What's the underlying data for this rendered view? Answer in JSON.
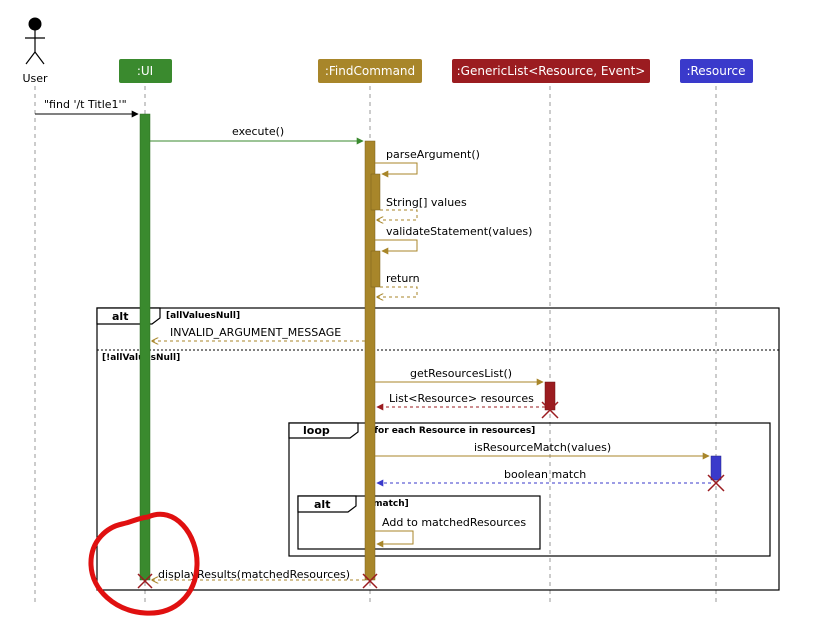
{
  "diagram": {
    "actor": {
      "name": "User"
    },
    "participants": [
      {
        "label": ":UI",
        "color": "#3a8a2e"
      },
      {
        "label": ":FindCommand",
        "color": "#a8862a"
      },
      {
        "label": ":GenericList<Resource, Event>",
        "color": "#9b1c20"
      },
      {
        "label": ":Resource",
        "color": "#3a3acb"
      }
    ],
    "messages": {
      "user_input": "\"find '/t Title1'\"",
      "execute": "execute()",
      "parse_argument": "parseArgument()",
      "string_values": "String[] values",
      "validate_statement": "validateStatement(values)",
      "return": "return",
      "invalid_argument": "INVALID_ARGUMENT_MESSAGE",
      "get_resources_list": "getResourcesList()",
      "list_resources": "List<Resource> resources",
      "is_resource_match": "isResourceMatch(values)",
      "boolean_match": "boolean match",
      "add_matched": "Add to matchedResources",
      "display_results": "displayResults(matchedResources)"
    },
    "frames": {
      "alt_outer": {
        "tag": "alt",
        "guard_1": "[allValuesNull]",
        "guard_2": "[!allValuesNull]"
      },
      "loop": {
        "tag": "loop",
        "guard": "[for each Resource in resources]"
      },
      "alt_inner": {
        "tag": "alt",
        "guard": "[match]"
      }
    },
    "annotation": {
      "color": "#e01010"
    }
  }
}
